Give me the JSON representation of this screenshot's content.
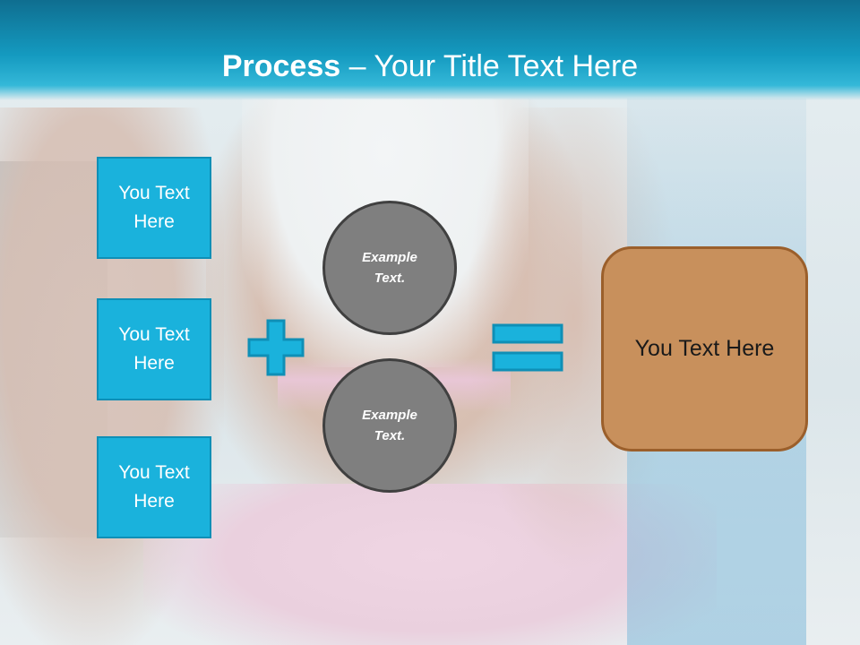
{
  "header": {
    "title_bold": "Process",
    "title_rest": " – Your Title Text Here"
  },
  "left_boxes": [
    {
      "text": "You Text\nHere"
    },
    {
      "text": "You Text\nHere"
    },
    {
      "text": "You Text\nHere"
    }
  ],
  "circles": [
    {
      "text": "Example\nText."
    },
    {
      "text": "Example\nText."
    }
  ],
  "result": {
    "text": "You Text Here"
  },
  "colors": {
    "header": "#149ac0",
    "box_fill": "#1ab2dc",
    "box_border": "#0f8fb6",
    "circle_fill": "#7f7f7f",
    "result_fill": "#c8905c",
    "result_border": "#9b5f2b"
  },
  "icons": [
    "plus-icon",
    "equals-icon"
  ]
}
